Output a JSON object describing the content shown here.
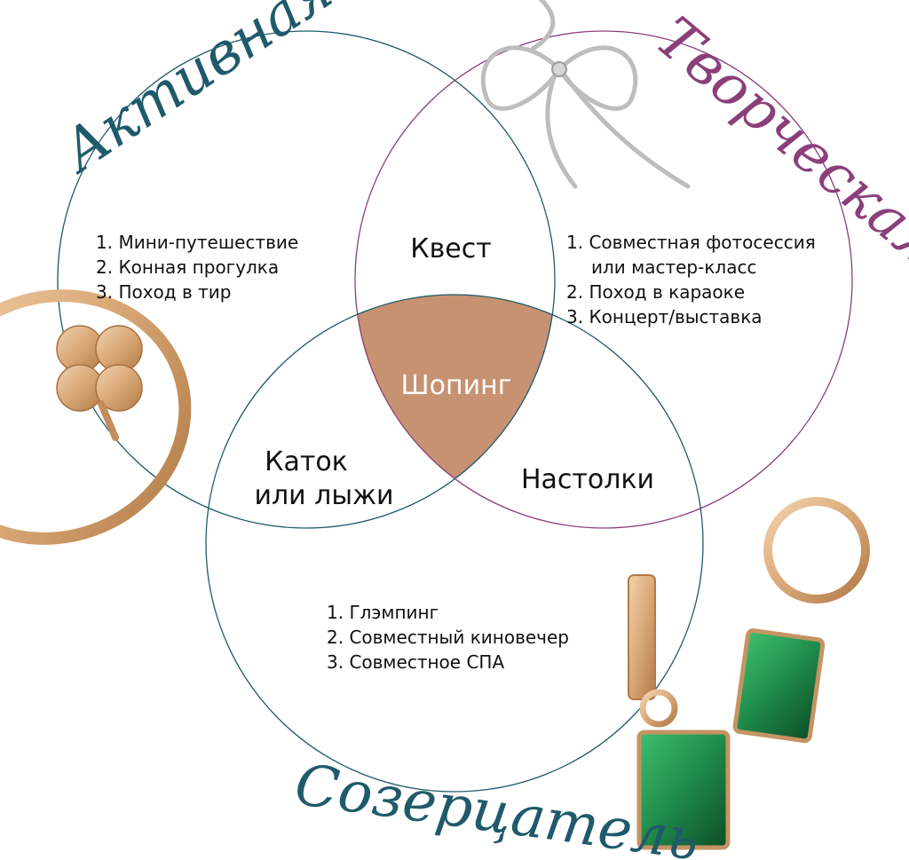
{
  "colors": {
    "active": "#1f5a6b",
    "creative": "#8a3f7a",
    "contemplator": "#1f5a6b",
    "center_fill": "#c69272",
    "text": "#111111",
    "gold": "#d9a877",
    "silver": "#c8c8c8",
    "emerald": "#1f8a4a"
  },
  "sets": {
    "active": {
      "title": "Активная",
      "items": [
        "1. Мини-путешествие",
        "2. Конная прогулка",
        "3. Поход в тир"
      ]
    },
    "creative": {
      "title": "Творческая",
      "items": [
        "1. Совместная фотосессия",
        "или мастер-класс",
        "2. Поход в караоке",
        "3. Концерт/выставка"
      ]
    },
    "contemplator": {
      "title": "Созерцатель",
      "items": [
        "1. Глэмпинг",
        "2. Совместный киновечер",
        "3. Совместное СПА"
      ]
    }
  },
  "intersections": {
    "active_creative": "Квест",
    "active_contemplator": [
      "Каток",
      "или лыжи"
    ],
    "creative_contemplator": "Настолки",
    "all": "Шопинг"
  },
  "decorations": {
    "top": "bow-pendant-icon",
    "left": "clover-ring-icon",
    "bottom_right": "emerald-earrings-icon"
  }
}
